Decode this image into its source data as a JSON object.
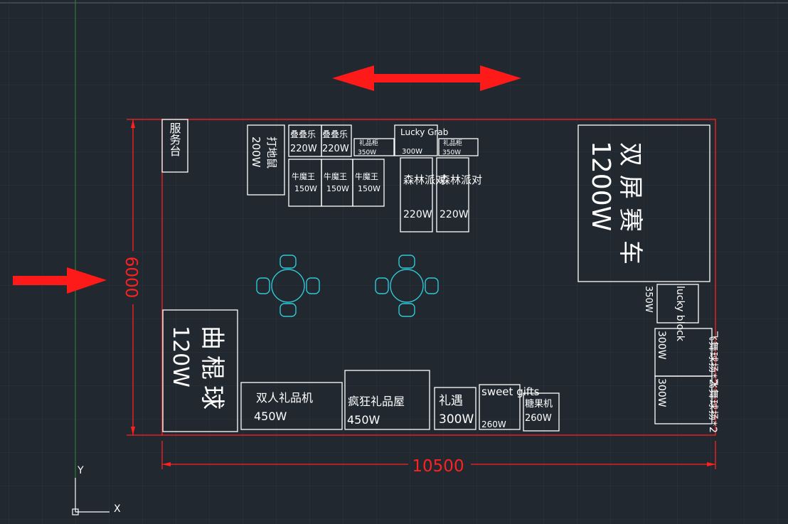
{
  "booths": {
    "service": "服务台",
    "whack_mole": "打地鼠",
    "whack_mole_power": "200W",
    "stack_1": "叠叠乐",
    "stack_1_power": "220W",
    "stack_2": "叠叠乐",
    "stack_2_power": "220W",
    "gift_cabinet_1": "礼品柜",
    "gift_cabinet_1_power": "350W",
    "lucky_grab": "Lucky Grab",
    "lucky_grab_power": "300W",
    "gift_cabinet_2": "礼品柜",
    "gift_cabinet_2_power": "350W",
    "bull_1": "牛魔王",
    "bull_1_power": "150W",
    "bull_2": "牛魔王",
    "bull_2_power": "150W",
    "bull_3": "牛魔王",
    "bull_3_power": "150W",
    "forest_1": "森林派对",
    "forest_1_power": "220W",
    "forest_2": "森林派对",
    "forest_2_power": "220W",
    "racing": "双屏赛车",
    "racing_power": "1200W",
    "lucky_block": "lucky block",
    "lucky_block_power": "350W",
    "ball_1": "飞舞球扬*2",
    "ball_1_power": "300W",
    "ball_2": "飞舞球扬*2",
    "ball_2_power": "300W",
    "billiard": "曲棍球",
    "billiard_power": "120W",
    "double_gift": "双人礼品机",
    "double_gift_power": "450W",
    "crazy_gift": "疯狂礼品屋",
    "crazy_gift_power": "450W",
    "gift_meet": "礼遇",
    "gift_meet_power": "300W",
    "sweet_gifts": "sweet gifts",
    "sweet_gifts_power": "260W",
    "candy": "糖果机",
    "candy_power": "260W"
  },
  "dimensions": {
    "width": "10500",
    "height": "6000"
  },
  "axes": {
    "y": "Y",
    "x": "X"
  },
  "colors": {
    "background": "#212830",
    "grid": "#2c343d",
    "outline": "#ff2020",
    "furniture": "#2ec9d6",
    "text": "#ffffff"
  }
}
